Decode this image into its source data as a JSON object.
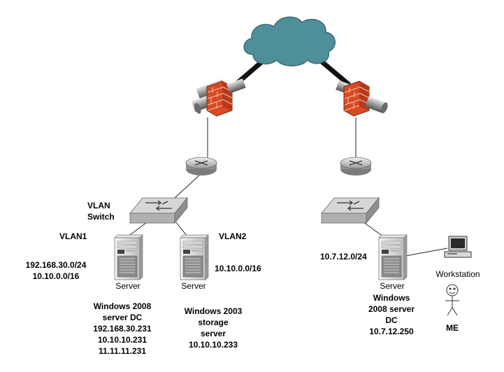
{
  "labels": {
    "vlan_switch": [
      "VLAN",
      "Switch"
    ],
    "vlan1": "VLAN1",
    "vlan2": "VLAN2",
    "vlan1_subnets": [
      "192.168.30.0/24",
      "10.10.0.0/16"
    ],
    "vlan2_subnet": "10.10.0.0/16",
    "right_subnet": "10.7.12.0/24",
    "server_caption": "Server",
    "workstation_caption": "Workstation",
    "me_caption": "ME",
    "server1_info": [
      "Windows 2008",
      "server DC",
      "192.168.30.231",
      "10.10.10.231",
      "11.11.11.231"
    ],
    "server2_info": [
      "Windows 2003",
      "storage",
      "server",
      "10.10.10.233"
    ],
    "server3_info": [
      "Windows",
      "2008 server",
      "DC",
      "10.7.12.250"
    ]
  },
  "icons": [
    "cloud-icon",
    "firewall-icon",
    "router-icon",
    "switch-icon",
    "server-icon",
    "workstation-icon",
    "person-icon"
  ],
  "colors": {
    "cloud": "#4f8f9a",
    "firewall": "#e0532a",
    "router": "#c8c8c8",
    "switch": "#c8c8c8"
  }
}
